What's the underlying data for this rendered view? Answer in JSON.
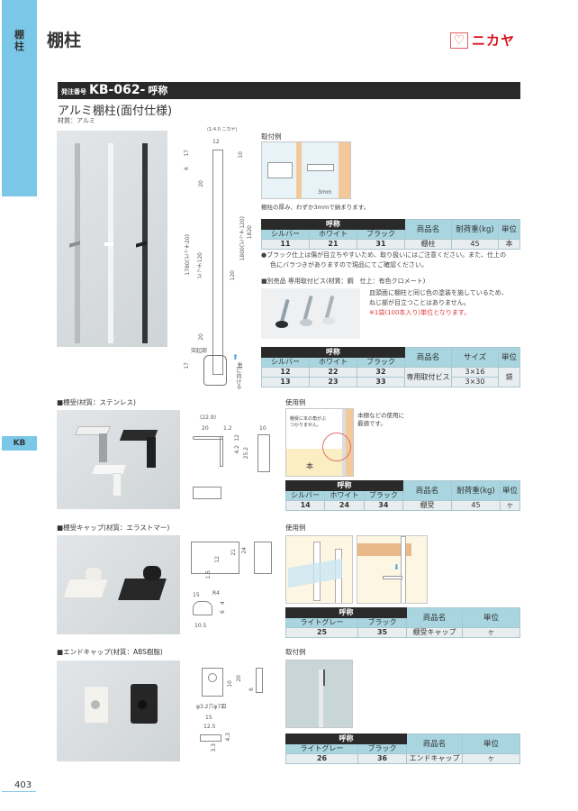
{
  "side_tab": {
    "label_line1": "棚",
    "label_line2": "柱",
    "section_code": "KB"
  },
  "header": {
    "title": "棚柱",
    "logo_brand": "ニカヤ",
    "logo_icon": "heart-icon"
  },
  "order": {
    "prefix": "発注番号",
    "code": "KB-062-",
    "suffix": "呼称"
  },
  "product": {
    "name": "アルミ棚柱(面付仕様)",
    "material": "材質：アルミ"
  },
  "rail_drawing": {
    "top_label": "(1:4.0 ニカヤ)",
    "dims": {
      "width": "12",
      "top_17": "17",
      "top_6": "6",
      "pitch_20_top": "20",
      "total_1780": "1780(ピッチ20)",
      "pitch_120": "ピッチ120",
      "pitch_20_bottom": "20",
      "bottom_17": "17",
      "right_10_top": "10",
      "right_120": "120",
      "right_1800": "1800(ピッチ120)",
      "right_1820": "1820",
      "right_10_bottom": "10"
    },
    "protrusion_label": "突起部",
    "up_label": "上に向ける"
  },
  "install_example_1": {
    "label": "取付例",
    "dim_3mm": "3mm",
    "caption": "棚柱の厚み、わずか3mmで納まります。"
  },
  "table_rail": {
    "group_header": "呼称",
    "colors": [
      "シルバー",
      "ホワイト",
      "ブラック"
    ],
    "headers": [
      "商品名",
      "耐荷重(kg)",
      "単位"
    ],
    "rows": [
      {
        "codes": [
          "11",
          "21",
          "31"
        ],
        "name": "棚柱",
        "load": "45",
        "unit": "本"
      }
    ]
  },
  "rail_notes": [
    "●ブラック仕上は傷が目立ちやすいため、取り扱いにはご注意ください。また、仕上の",
    "色にバラつきがありますので現品にてご確認ください。"
  ],
  "screws": {
    "heading": "■別売品 専用取付ビス(材質：鋼　仕上：有色クロメート)",
    "desc_1": "皿頭面に棚柱と同じ色の塗装を施しているため、",
    "desc_2": "ねじ部が目立つことはありません。",
    "note_red": "※1袋(100本入り)単位となります。"
  },
  "table_screws": {
    "group_header": "呼称",
    "colors": [
      "シルバー",
      "ホワイト",
      "ブラック"
    ],
    "headers": [
      "商品名",
      "サイズ",
      "単位"
    ],
    "rows": [
      {
        "codes": [
          "12",
          "22",
          "32"
        ],
        "size": "3×16"
      },
      {
        "codes": [
          "13",
          "23",
          "33"
        ],
        "size": "3×30"
      }
    ],
    "name": "専用取付ビス",
    "unit": "袋"
  },
  "bracket": {
    "heading": "■棚受(材質：ステンレス)",
    "dims": {
      "d22_9": "(22.9)",
      "d20": "20",
      "d1_2": "1.2",
      "d10": "10",
      "d12": "12",
      "d4_2": "4.2",
      "d25_2": "25.2"
    },
    "usage_label": "使用例",
    "usage_callout": "棚受に本の角がぶつかりません。",
    "usage_book": "本",
    "usage_note_1": "本棚などの使用に",
    "usage_note_2": "最適です。"
  },
  "table_bracket": {
    "group_header": "呼称",
    "colors": [
      "シルバー",
      "ホワイト",
      "ブラック"
    ],
    "headers": [
      "商品名",
      "耐荷重(kg)",
      "単位"
    ],
    "rows": [
      {
        "codes": [
          "14",
          "24",
          "34"
        ],
        "name": "棚受",
        "load": "45",
        "unit": "ヶ"
      }
    ]
  },
  "bracket_cap": {
    "heading": "■棚受キャップ(材質：エラストマー)",
    "dims": {
      "d12": "12",
      "d21": "21",
      "d24": "24",
      "d1_5": "1.5",
      "d15": "15",
      "r4": "R4",
      "d4": "4",
      "d6": "6",
      "d10_5": "10.5"
    },
    "usage_label": "使用例"
  },
  "table_cap": {
    "group_header": "呼称",
    "colors": [
      "ライトグレー",
      "ブラック"
    ],
    "headers": [
      "商品名",
      "単位"
    ],
    "rows": [
      {
        "codes": [
          "25",
          "35"
        ],
        "name": "棚受キャップ",
        "unit": "ヶ"
      }
    ]
  },
  "end_cap": {
    "heading": "■エンドキャップ(材質：ABS樹脂)",
    "dims": {
      "d10": "10",
      "d20": "20",
      "d6": "6",
      "hole": "φ3.2穴φ7皿",
      "d15": "15",
      "d12_5": "12.5",
      "d3_3": "3.3",
      "d4_3": "4.3"
    },
    "install_label": "取付例"
  },
  "table_endcap": {
    "group_header": "呼称",
    "colors": [
      "ライトグレー",
      "ブラック"
    ],
    "headers": [
      "商品名",
      "単位"
    ],
    "rows": [
      {
        "codes": [
          "26",
          "36"
        ],
        "name": "エンドキャップ",
        "unit": "ヶ"
      }
    ]
  },
  "footer": {
    "page_number": "403"
  },
  "colors": {
    "accent_blue": "#7ac7e8",
    "header_dark": "#2a2a2a",
    "table_header": "#a8d5e0",
    "brand_red": "#d8141e",
    "note_red": "#e03a3a"
  }
}
